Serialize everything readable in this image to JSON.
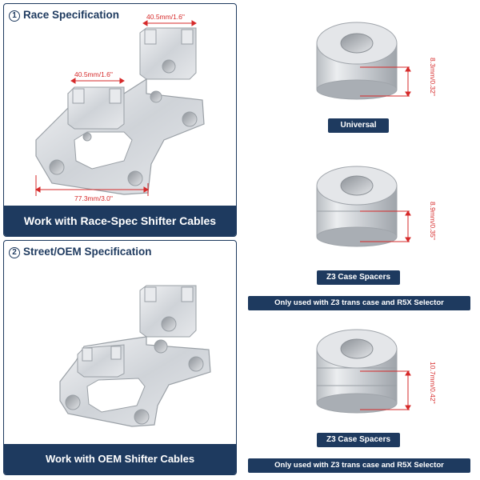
{
  "race": {
    "number": "1",
    "title": "Race Specification",
    "dim_top": "40.5mm/1.6\"",
    "dim_mid": "40.5mm/1.6\"",
    "dim_bottom": "77.3mm/3.0\"",
    "banner": "Work with Race-Spec Shifter Cables"
  },
  "street": {
    "number": "2",
    "title": "Street/OEM Specification",
    "banner": "Work with OEM Shifter Cables"
  },
  "spacers": [
    {
      "dim": "8.3mm/0.32\"",
      "label": "Universal",
      "note": ""
    },
    {
      "dim": "8.9mm/0.35\"",
      "label": "Z3 Case Spacers",
      "note": "Only used with Z3 trans case and R5X Selector"
    },
    {
      "dim": "10.7mm/0.42\"",
      "label": "Z3 Case Spacers",
      "note": "Only used with Z3 trans case and R5X Selector"
    }
  ],
  "colors": {
    "navy": "#1e3a5f",
    "dimension_red": "#d62a2a",
    "metal": "#c9cdd2"
  }
}
